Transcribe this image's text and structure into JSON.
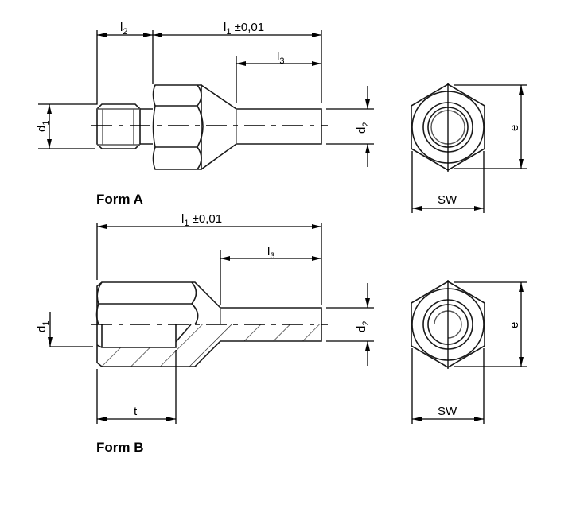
{
  "form_a": {
    "title": "Form A",
    "l1": {
      "base": "l",
      "sub": "1",
      "suffix": " ±0,01"
    },
    "l2": {
      "base": "l",
      "sub": "2"
    },
    "l3": {
      "base": "l",
      "sub": "3"
    },
    "d1": {
      "base": "d",
      "sub": "1"
    },
    "d2": {
      "base": "d",
      "sub": "2"
    },
    "sw": "SW",
    "e": "e"
  },
  "form_b": {
    "title": "Form B",
    "l1": {
      "base": "l",
      "sub": "1",
      "suffix": " ±0,01"
    },
    "l3": {
      "base": "l",
      "sub": "3"
    },
    "d1": {
      "base": "d",
      "sub": "1"
    },
    "d2": {
      "base": "d",
      "sub": "2"
    },
    "t": "t",
    "sw": "SW",
    "e": "e"
  }
}
